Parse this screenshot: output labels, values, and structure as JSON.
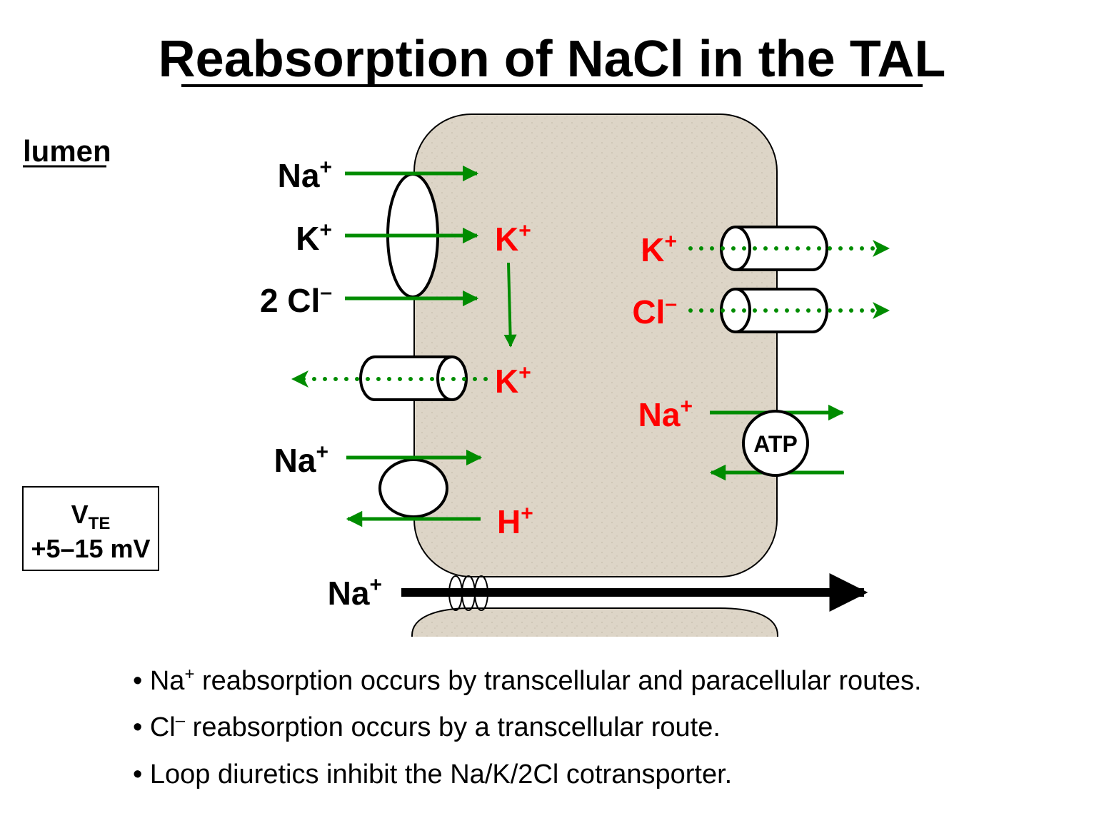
{
  "title": "Reabsorption of NaCl in the TAL",
  "lumen_label": "lumen",
  "apical": {
    "cotransporter": {
      "na": "Na",
      "k": "K",
      "cl": "2 Cl",
      "plus": "+",
      "minus": "–"
    },
    "k_channel": {
      "ion": "K",
      "plus": "+"
    },
    "exchanger": {
      "na": "Na",
      "h": "H",
      "plus": "+"
    },
    "cell_k_top": "K",
    "cell_k_bottom": "K"
  },
  "basolateral": {
    "k_channel": {
      "ion": "K",
      "plus": "+"
    },
    "cl_channel": {
      "ion": "Cl",
      "minus": "–"
    },
    "pump": {
      "ion": "Na",
      "plus": "+",
      "label": "ATP"
    }
  },
  "paracellular": {
    "ion": "Na",
    "plus": "+"
  },
  "vte_box": {
    "v": "V",
    "sub": "TE",
    "value": "+5–15 mV"
  },
  "bullets": [
    {
      "pre": "• Na",
      "sup": "+",
      "text": " reabsorption occurs by transcellular and paracellular routes."
    },
    {
      "pre": "• Cl",
      "sup": "–",
      "text": " reabsorption occurs by a transcellular route."
    },
    {
      "pre": "",
      "sup": "",
      "text": "• Loop diuretics inhibit the Na/K/2Cl cotransporter."
    }
  ],
  "colors": {
    "arrow_green": "#008c00",
    "ion_red": "#ff0000",
    "cell_fill": "#ddd5c7"
  }
}
